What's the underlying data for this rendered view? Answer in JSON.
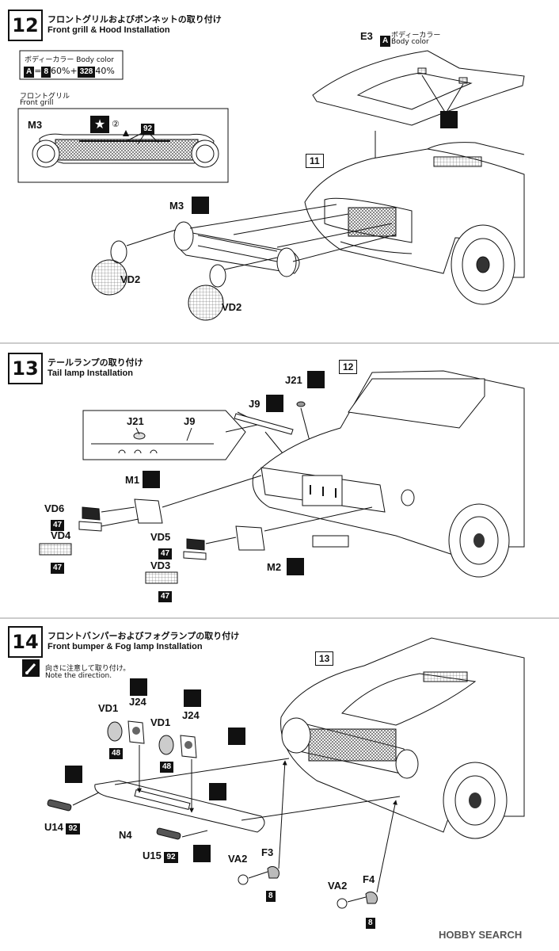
{
  "step12": {
    "num": "12",
    "title_jp": "フロントグリルおよびボンネットの取り付け",
    "title_en": "Front grill & Hood Installation",
    "color_box": {
      "line1_jp": "ボディーカラー",
      "line1_en": "Body color",
      "a": "A",
      "eq": "=",
      "c1": "8",
      "p1": "60%",
      "plus": "+",
      "c2": "328",
      "p2": "40%"
    },
    "grill_jp": "フロントグリル",
    "grill_en": "Front grill",
    "grill_part": "M3",
    "grill_star_num": "②",
    "grill_color": "92",
    "hood_part": "E3",
    "hood_color_letter": "A",
    "hood_color_jp": "ボディーカラー",
    "hood_color_en": "Body color",
    "ref_step": "11",
    "m3": "M3",
    "vd2_a": "VD2",
    "vd2_b": "VD2"
  },
  "step13": {
    "num": "13",
    "title_jp": "テールランプの取り付け",
    "title_en": "Tail lamp Installation",
    "ref_step": "12",
    "j21": "J21",
    "j9": "J9",
    "inset_j21": "J21",
    "inset_j9": "J9",
    "m1": "M1",
    "m2": "M2",
    "vd6": "VD6",
    "vd6_color": "47",
    "vd4": "VD4",
    "vd4_color": "47",
    "vd5": "VD5",
    "vd5_color": "47",
    "vd3": "VD3",
    "vd3_color": "47"
  },
  "step14": {
    "num": "14",
    "title_jp": "フロントバンパーおよびフォグランプの取り付け",
    "title_en": "Front bumper & Fog lamp Installation",
    "note_jp": "向きに注意して取り付け。",
    "note_en": "Note the direction.",
    "ref_step": "13",
    "vd1_a": "VD1",
    "vd1_a_color": "48",
    "j24_a": "J24",
    "vd1_b": "VD1",
    "vd1_b_color": "48",
    "j24_b": "J24",
    "u14": "U14",
    "u14_color": "92",
    "n4": "N4",
    "u15": "U15",
    "u15_color": "92",
    "va2_a": "VA2",
    "f3": "F3",
    "f3_color": "8",
    "va2_b": "VA2",
    "f4": "F4",
    "f4_color": "8"
  },
  "watermark": "HOBBY SEARCH"
}
